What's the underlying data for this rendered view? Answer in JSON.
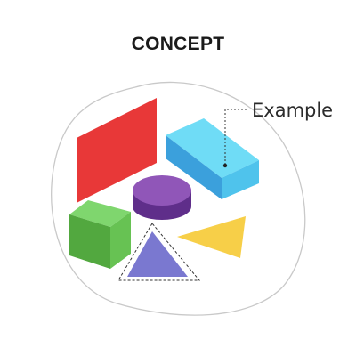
{
  "title": "CONCEPT",
  "callout": {
    "label": "Example"
  },
  "shapes": [
    {
      "name": "red-parallelogram",
      "color": "#E83838"
    },
    {
      "name": "blue-box",
      "color": "#4FD0F0"
    },
    {
      "name": "purple-cylinder",
      "color": "#9056B8"
    },
    {
      "name": "green-cube",
      "color": "#6CC85C"
    },
    {
      "name": "blue-triangle",
      "color": "#7A78D0"
    },
    {
      "name": "yellow-triangle",
      "color": "#F7CF48"
    }
  ]
}
